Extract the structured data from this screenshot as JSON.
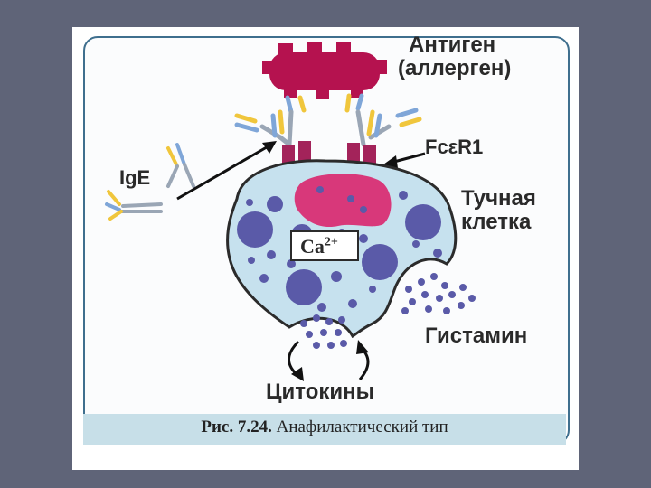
{
  "labels": {
    "antigen": "Антиген",
    "allergen": "(аллерген)",
    "receptor": "FcεR1",
    "ige": "IgE",
    "mast_cell_1": "Тучная",
    "mast_cell_2": "клетка",
    "calcium": "Ca",
    "calcium_charge": "2+",
    "histamine": "Гистамин",
    "cytokines": "Цитокины"
  },
  "caption": {
    "number": "Рис. 7.24.",
    "text": "Анафилактический тип"
  },
  "colors": {
    "background": "#5f6478",
    "cell": "#c6e1ee",
    "granule": "#5a5aa8",
    "nucleus": "#d8387a",
    "antigen": "#b5124f",
    "receptor": "#a3235a"
  }
}
